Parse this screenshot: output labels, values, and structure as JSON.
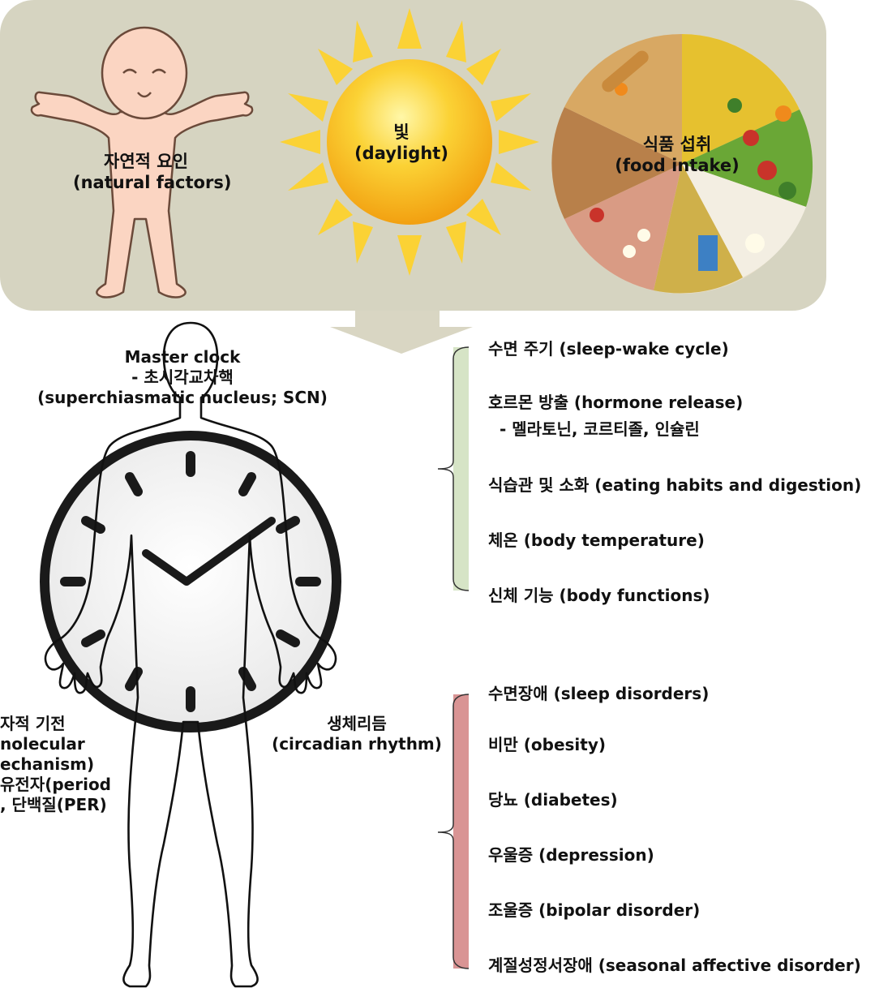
{
  "factors": {
    "natural": {
      "ko": "자연적 요인",
      "en": "(natural factors)"
    },
    "light": {
      "ko": "빛",
      "en": "(daylight)"
    },
    "food": {
      "ko": "식품 섭취",
      "en": "(food intake)"
    }
  },
  "master_clock": {
    "line1": "Master clock",
    "line2": "- 초시각교차핵",
    "line3": "(superchiasmatic nucleus; SCN)"
  },
  "molecular": {
    "line1": "자적 기전",
    "line2": "nolecular",
    "line3": "echanism)",
    "line4": "유전자(period",
    "line5": ", 단백질(PER)"
  },
  "rhythm": {
    "ko": "생체리듬",
    "en": "(circadian rhythm)"
  },
  "functions": [
    {
      "label": "수면 주기 (sleep-wake cycle)"
    },
    {
      "label": "호르몬 방출 (hormone release)",
      "sub": "- 멜라토닌, 코르티졸, 인슐린"
    },
    {
      "label": "식습관 및 소화 (eating habits and digestion)"
    },
    {
      "label": "체온 (body temperature)"
    },
    {
      "label": "신체 기능 (body functions)"
    }
  ],
  "disorders": [
    {
      "label": "수면장애 (sleep disorders)"
    },
    {
      "label": "비만 (obesity)"
    },
    {
      "label": "당뇨 (diabetes)"
    },
    {
      "label": "우울증 (depression)"
    },
    {
      "label": "조울증 (bipolar disorder)"
    },
    {
      "label": "계절성정서장애 (seasonal affective disorder)"
    }
  ],
  "colors": {
    "panel": "#d6d4c1",
    "arrow": "#d9d6c3",
    "functions_bar": "#d6e4c6",
    "disorders_bar": "#d99494",
    "sun": "#f7b21b",
    "ray": "#fbd235",
    "skin": "#fbd5c2"
  }
}
